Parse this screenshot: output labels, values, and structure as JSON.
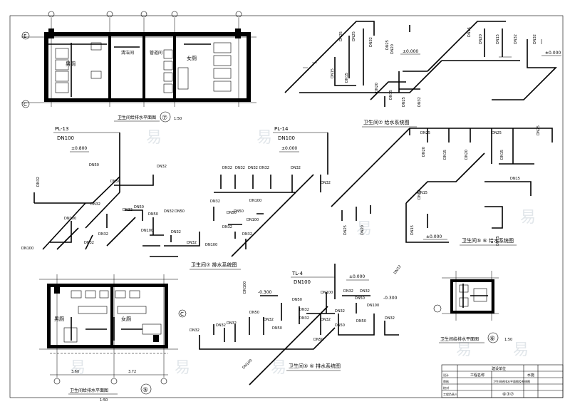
{
  "sheet": {
    "plan_top": {
      "title": "卫生间给排水平面图",
      "room_men": "男厕",
      "room_women": "女厕",
      "room_a": "清洁间",
      "room_b": "管道间",
      "scale": "1:50",
      "circle_no": "⑦",
      "axis_left": "E",
      "axis_bottom": "C"
    },
    "plan_bottom": {
      "title": "卫生间给排水平面图",
      "room_men": "男厕",
      "room_women": "女厕",
      "circle_no": "⑤",
      "scale": "1:50",
      "dim_left": "3.60",
      "dim_right": "3.72",
      "axis_right": "C"
    },
    "plan_small": {
      "title": "卫生间给排水平面图",
      "circle_no": "⑥",
      "scale": "1:50"
    },
    "supply7": {
      "title": "卫生间⑦ 给水系统图",
      "elev1": "±0.000",
      "elev2": "±0.000",
      "labels": [
        "DN25",
        "DN25",
        "DN32",
        "DN25",
        "DN20",
        "DN15",
        "DN15",
        "DN20",
        "DN15",
        "DN25",
        "DN15",
        "DN20",
        "DN15",
        "DN32",
        "DN32",
        "DN32"
      ]
    },
    "supply56": {
      "title": "卫生间⑤ ⑥ 给水系统图",
      "elev": "±0.000",
      "labels": [
        "DN25",
        "DN25",
        "DN25",
        "DN20",
        "DN15",
        "DN20",
        "DN15",
        "DN15",
        "DN15",
        "DN32",
        "DN25",
        "DN20",
        "DN15",
        "DN15"
      ],
      "vert": "DN32"
    },
    "drain7": {
      "title": "卫生间⑦ 排水系统图",
      "riser1": "PL-13",
      "riser1_dn": "DN100",
      "riser1_elev": "±0.800",
      "riser2": "PL-14",
      "riser2_dn": "DN100",
      "riser2_elev": "±0.000",
      "labels_left": [
        "DN32",
        "DN50",
        "DN50",
        "DN32",
        "DN100",
        "DN32",
        "DN100",
        "DN50",
        "DN32",
        "DN32",
        "DN50",
        "DN32",
        "DN100",
        "DN32",
        "DN50",
        "DN32",
        "DN32"
      ],
      "labels_right": [
        "DN32",
        "DN32",
        "DN32",
        "DN32",
        "DN32",
        "DN32",
        "DN100",
        "DN50",
        "DN100",
        "DN32",
        "DN32",
        "DN100",
        "DN50",
        "DN32"
      ]
    },
    "drain56": {
      "title": "卫生间⑤ ⑥ 排水系统图",
      "riser": "TL-4",
      "riser_dn": "DN100",
      "elev_top": "±0.000",
      "elev_a": "-0.300",
      "elev_b": "-0.300",
      "labels": [
        "DN100",
        "DN100",
        "DN32",
        "DN32",
        "DN50",
        "DN32",
        "DN50",
        "DN50",
        "DN32",
        "DN32",
        "DN50",
        "DN32",
        "DN32",
        "DN50",
        "DN32",
        "DN100",
        "DN50",
        "DN32",
        "DN100",
        "DN50",
        "DN32",
        "DN32"
      ]
    },
    "title_block": {
      "project": "建设单位",
      "name": "工程名称",
      "drawing": "卫生间给排水平面图及系统图",
      "code": "水施",
      "sheet_no": "⑥⑦⑦",
      "sig1": "设计",
      "sig2": "审核",
      "sig3": "校对",
      "sig4": "工程负责人"
    },
    "watermark": "易"
  }
}
